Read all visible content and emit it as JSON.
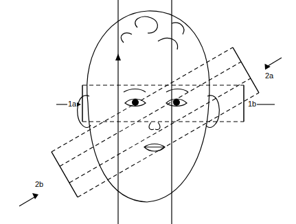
{
  "diagram": {
    "labels": [
      "1a",
      "1b",
      "2a",
      "2b"
    ]
  }
}
